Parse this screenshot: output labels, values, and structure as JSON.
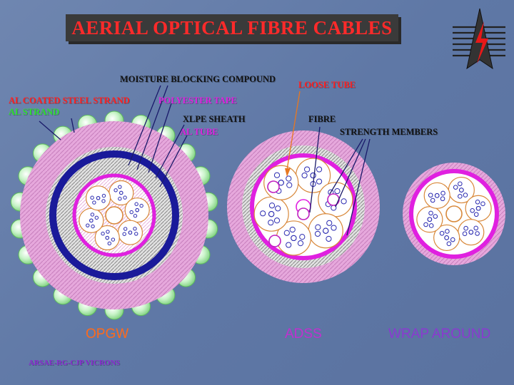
{
  "title": "AERIAL OPTICAL FIBRE CABLES",
  "labels": {
    "moisture": "MOISTURE BLOCKING COMPOUND",
    "loose_tube": "LOOSE TUBE",
    "al_coated": "AL COATED STEEL STRAND",
    "polyester": "POLYESTER TAPE",
    "al_strand": "AL STRAND",
    "xlpe": "XLPE SHEATH",
    "fibre": "FIBRE",
    "strength": "STRENGTH MEMBERS",
    "al_tube": "AL TUBE"
  },
  "captions": {
    "opgw": "OPGW",
    "adss": "ADSS",
    "wrap": "WRAP AROUND"
  },
  "footer": "ARSAE-RG-CJP VICRONS",
  "colors": {
    "background": "#6078a6",
    "title_box": "#3a3a3a",
    "title_text": "#ff2a2a",
    "label_black": "#111111",
    "label_red": "#ff2020",
    "label_magenta": "#e020e0",
    "label_green": "#2ee02e",
    "label_orange": "#e87820",
    "caption_orange": "#ff6a1a",
    "caption_magenta": "#c030d0",
    "caption_purple": "#8a3ad0",
    "footer": "#8a2ad0"
  }
}
